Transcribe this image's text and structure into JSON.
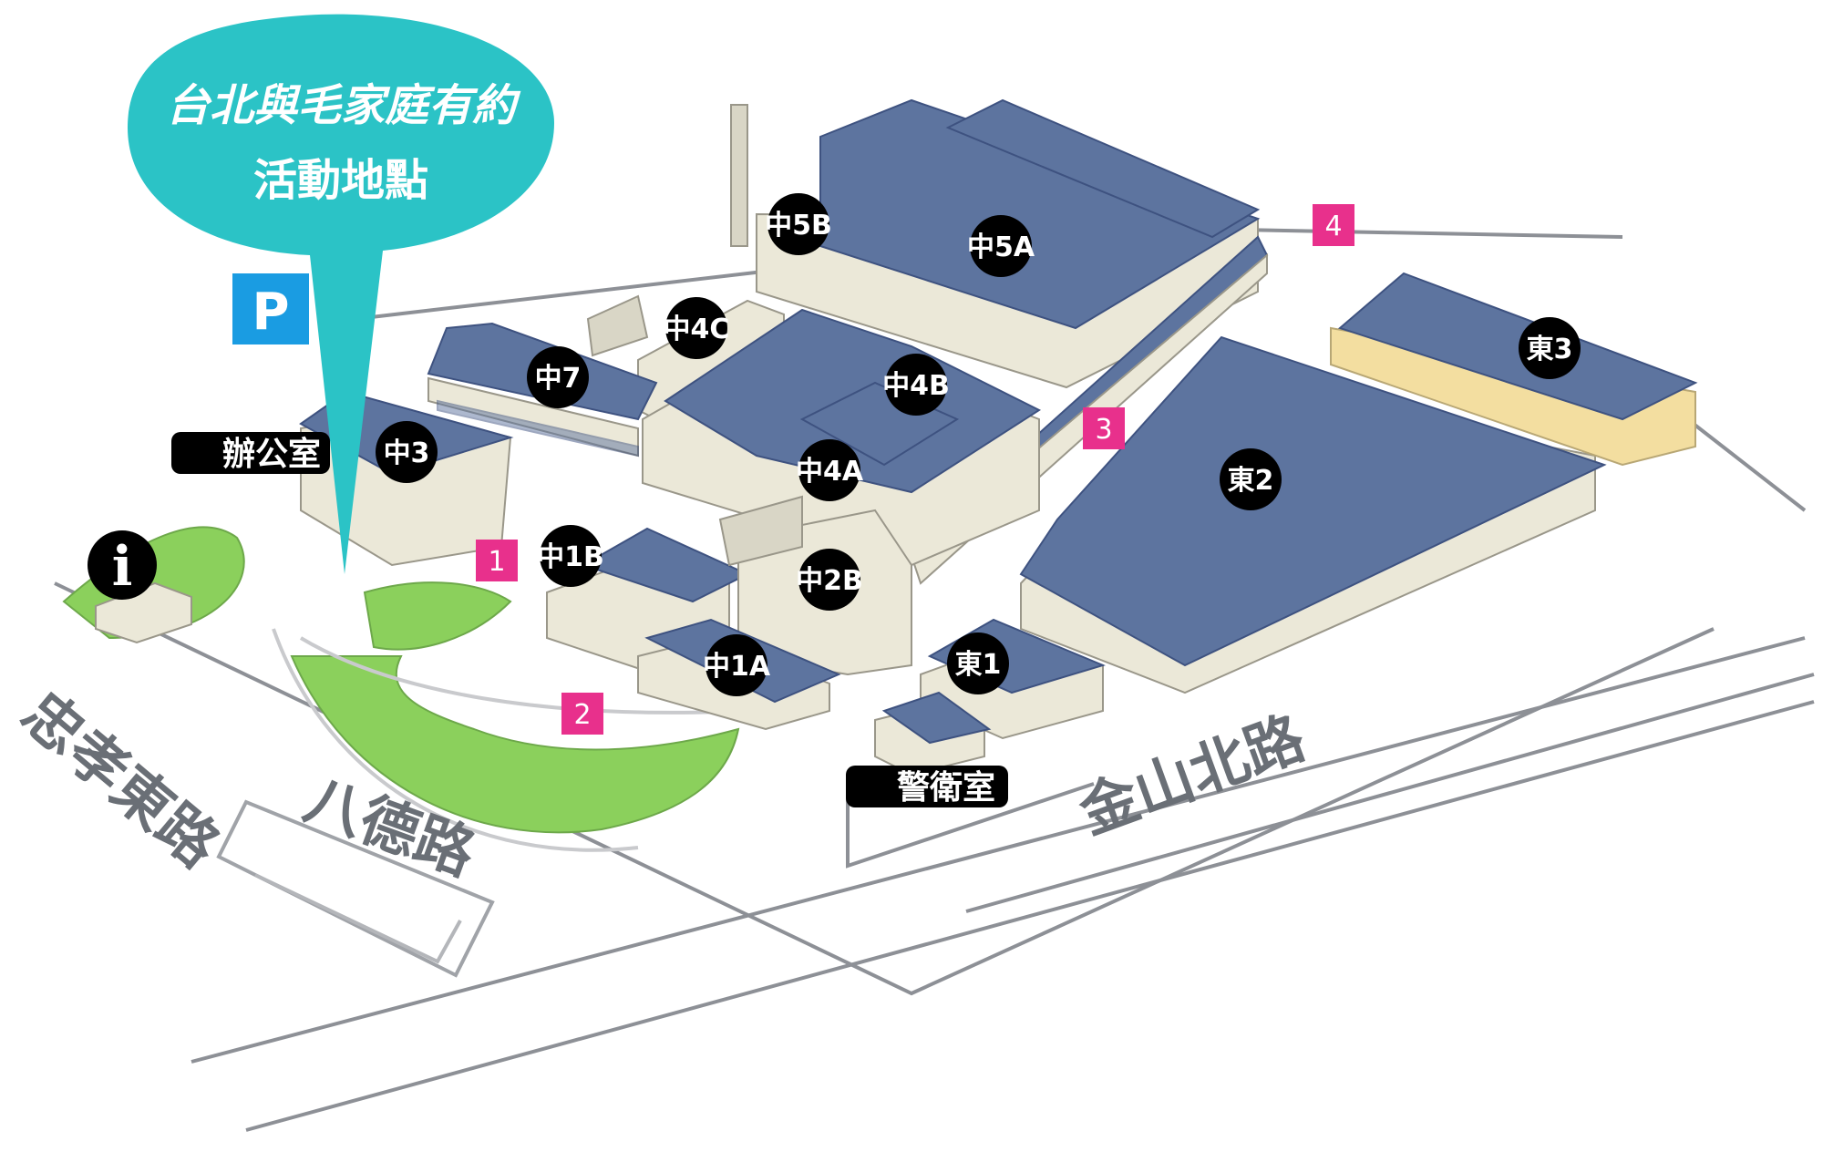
{
  "bubble": {
    "title": "台北與毛家庭有約",
    "subtitle": "活動地點",
    "color": "#2bc3c6"
  },
  "parking": {
    "label": "P",
    "color": "#1a9ce2"
  },
  "info": {
    "label": "i"
  },
  "streets": {
    "zhongxiao": "忠孝東路",
    "bade": "八德路",
    "jinshan": "金山北路"
  },
  "buildings": {
    "zhong5b": "中5B",
    "zhong5a": "中5A",
    "zhong4c": "中4C",
    "zhong7": "中7",
    "zhong4b": "中4B",
    "zhong3": "中3",
    "zhong4a": "中4A",
    "zhong1b": "中1B",
    "zhong2b": "中2B",
    "zhong1a": "中1A",
    "dong1": "東1",
    "dong2": "東2",
    "dong3": "東3"
  },
  "tags": {
    "office": "辦公室",
    "guard": "警衛室"
  },
  "entrances": {
    "e1": "1",
    "e2": "2",
    "e3": "3",
    "e4": "4",
    "color": "#e8308c"
  },
  "colors": {
    "roof": "#5d749f",
    "wall": "#ebe8d8",
    "highlight_wall": "#f3dea0",
    "lawn": "#8bd05c",
    "marker": "#000000"
  }
}
